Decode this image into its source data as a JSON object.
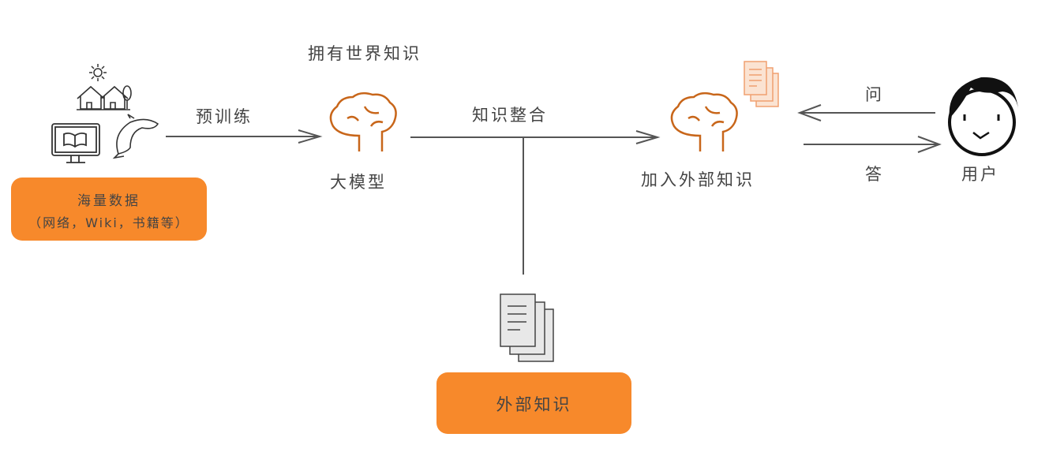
{
  "title": "拥有世界知识",
  "data_source": {
    "line1": "海量数据",
    "line2": "（网络，Wiki，书籍等）"
  },
  "edges": {
    "pretrain": "预训练",
    "integrate": "知识整合",
    "ask": "问",
    "answer": "答"
  },
  "nodes": {
    "llm": "大模型",
    "augmented": "加入外部知识",
    "user": "用户",
    "external": "外部知识"
  },
  "colors": {
    "accent": "#f7892b",
    "line": "#555555"
  }
}
